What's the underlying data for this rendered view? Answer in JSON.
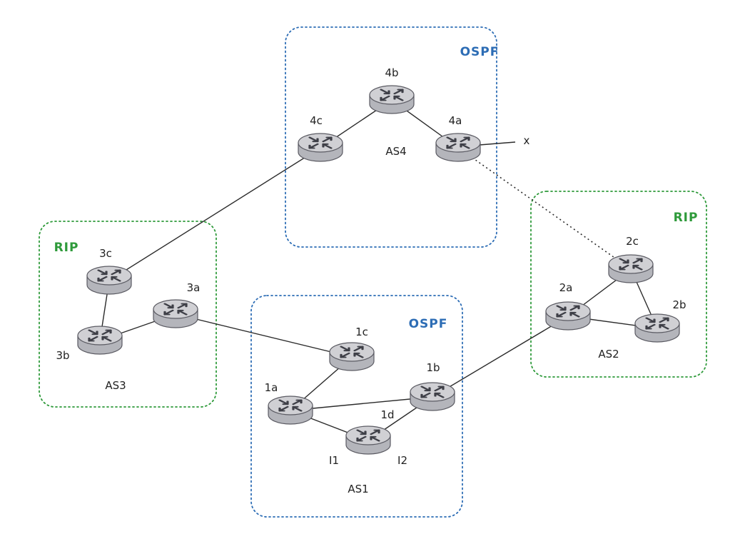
{
  "colors": {
    "ospf": "#2d6db5",
    "rip": "#2e9a3a",
    "highlight": "#a342c4",
    "router_top": "#d0d0d4",
    "router_side": "#b4b5bb",
    "router_edge": "#5b5b63",
    "arrow": "#3e3f47"
  },
  "domains": [
    {
      "id": "as4",
      "protocol": "OSPF",
      "color_key": "ospf",
      "as_label": "AS4"
    },
    {
      "id": "as3",
      "protocol": "RIP",
      "color_key": "rip",
      "as_label": "AS3"
    },
    {
      "id": "as1",
      "protocol": "OSPF",
      "color_key": "ospf",
      "as_label": "AS1"
    },
    {
      "id": "as2",
      "protocol": "RIP",
      "color_key": "rip",
      "as_label": "AS2"
    }
  ],
  "routers": [
    {
      "id": "4b",
      "label": "4b"
    },
    {
      "id": "4c",
      "label": "4c"
    },
    {
      "id": "4a",
      "label": "4a"
    },
    {
      "id": "3c",
      "label": "3c"
    },
    {
      "id": "3b",
      "label": "3b"
    },
    {
      "id": "3a",
      "label": "3a",
      "highlight": true
    },
    {
      "id": "1c",
      "label": "1c"
    },
    {
      "id": "1a",
      "label": "1a"
    },
    {
      "id": "1b",
      "label": "1b"
    },
    {
      "id": "1d",
      "label": "1d"
    },
    {
      "id": "2c",
      "label": "2c"
    },
    {
      "id": "2a",
      "label": "2a"
    },
    {
      "id": "2b",
      "label": "2b"
    }
  ],
  "links": [
    {
      "from": "4c",
      "to": "4b",
      "style": "solid"
    },
    {
      "from": "4b",
      "to": "4a",
      "style": "solid"
    },
    {
      "from": "4c",
      "to": "3c",
      "style": "solid"
    },
    {
      "from": "4a",
      "to": "2c",
      "style": "dotted"
    },
    {
      "from": "3c",
      "to": "3b",
      "style": "solid"
    },
    {
      "from": "3b",
      "to": "3a",
      "style": "solid"
    },
    {
      "from": "3a",
      "to": "1c",
      "style": "solid"
    },
    {
      "from": "1c",
      "to": "1a",
      "style": "solid"
    },
    {
      "from": "1a",
      "to": "1b",
      "style": "solid"
    },
    {
      "from": "1a",
      "to": "1d",
      "style": "solid"
    },
    {
      "from": "1d",
      "to": "1b",
      "style": "solid"
    },
    {
      "from": "1b",
      "to": "2a",
      "style": "solid"
    },
    {
      "from": "2a",
      "to": "2c",
      "style": "solid"
    },
    {
      "from": "2c",
      "to": "2b",
      "style": "solid"
    },
    {
      "from": "2a",
      "to": "2b",
      "style": "solid"
    }
  ],
  "external_link_label": "x",
  "interface_labels": [
    {
      "id": "i1",
      "text": "I1"
    },
    {
      "id": "i2",
      "text": "I2"
    }
  ]
}
